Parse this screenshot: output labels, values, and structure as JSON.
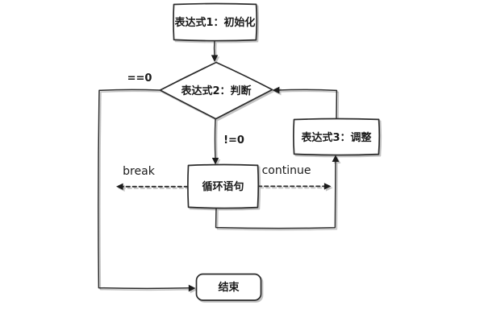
{
  "diagram": {
    "nodes": {
      "init": {
        "label": "表达式1：初始化",
        "shape": "rectangle"
      },
      "condition": {
        "label": "表达式2：判断",
        "shape": "diamond"
      },
      "adjust": {
        "label": "表达式3：调整",
        "shape": "rectangle"
      },
      "loop_body": {
        "label": "循环语句",
        "shape": "rectangle"
      },
      "end": {
        "label": "结束",
        "shape": "rounded-rectangle"
      }
    },
    "edge_labels": {
      "eq_zero": "==0",
      "neq_zero": "!=0",
      "break": "break",
      "continue": "continue"
    },
    "colors": {
      "stroke": "#2b2b2b",
      "shadow": "#c3c3c3",
      "text": "#1a1a1a",
      "node_fill": "#ffffff",
      "background": "#ffffff"
    }
  }
}
